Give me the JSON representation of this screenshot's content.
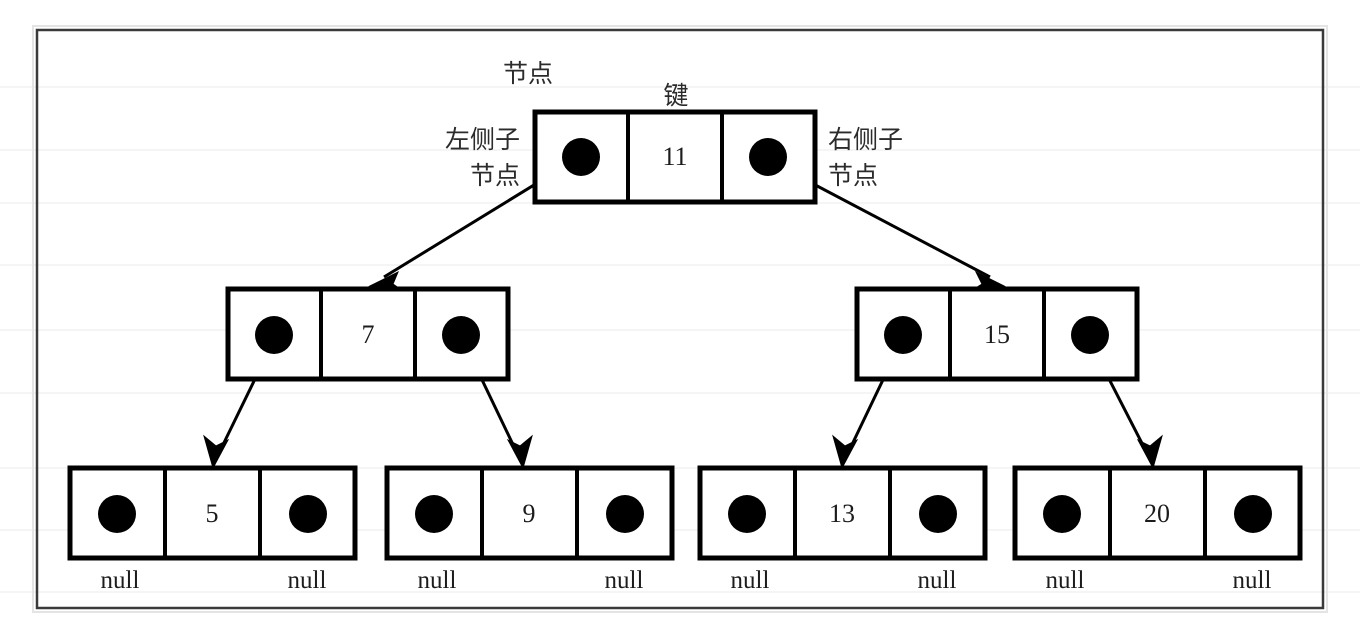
{
  "figure": {
    "title": "Binary search tree node structure diagram",
    "background_color": "#ffffff",
    "frame_color": "#3a3a3a",
    "gridline_color": "#ebebeb",
    "ink_color": "#000000"
  },
  "annotations": {
    "node_label": "节点",
    "key_label": "键",
    "left_child_line1": "左侧子",
    "left_child_line2": "节点",
    "right_child_line1": "右侧子",
    "right_child_line2": "节点"
  },
  "null_label": "null",
  "tree": {
    "root": {
      "key": "11",
      "level": 0,
      "left_pointer": "filled",
      "right_pointer": "filled"
    },
    "level1": [
      {
        "key": "7",
        "left_pointer": "filled",
        "right_pointer": "filled"
      },
      {
        "key": "15",
        "left_pointer": "filled",
        "right_pointer": "filled"
      }
    ],
    "leaves": [
      {
        "key": "5",
        "left_pointer": "filled",
        "right_pointer": "filled",
        "left_null": "null",
        "right_null": "null"
      },
      {
        "key": "9",
        "left_pointer": "filled",
        "right_pointer": "filled",
        "left_null": "null",
        "right_null": "null"
      },
      {
        "key": "13",
        "left_pointer": "filled",
        "right_pointer": "filled",
        "left_null": "null",
        "right_null": "null"
      },
      {
        "key": "20",
        "left_pointer": "filled",
        "right_pointer": "filled",
        "left_null": "null",
        "right_null": "null"
      }
    ]
  },
  "chart_data": {
    "type": "diagram",
    "title": "Binary search tree with node/key/child-pointer annotations",
    "structure": "binary-search-tree",
    "nodes": [
      {
        "key": 11,
        "depth": 0,
        "children": [
          7,
          15
        ]
      },
      {
        "key": 7,
        "depth": 1,
        "children": [
          5,
          9
        ]
      },
      {
        "key": 15,
        "depth": 1,
        "children": [
          13,
          20
        ]
      },
      {
        "key": 5,
        "depth": 2,
        "children": []
      },
      {
        "key": 9,
        "depth": 2,
        "children": []
      },
      {
        "key": 13,
        "depth": 2,
        "children": []
      },
      {
        "key": 20,
        "depth": 2,
        "children": []
      }
    ],
    "edges": [
      [
        11,
        7
      ],
      [
        11,
        15
      ],
      [
        7,
        5
      ],
      [
        7,
        9
      ],
      [
        15,
        13
      ],
      [
        15,
        20
      ]
    ],
    "leaf_null_pointers": 8,
    "annotations": [
      "节点",
      "键",
      "左侧子节点",
      "右侧子节点"
    ]
  }
}
